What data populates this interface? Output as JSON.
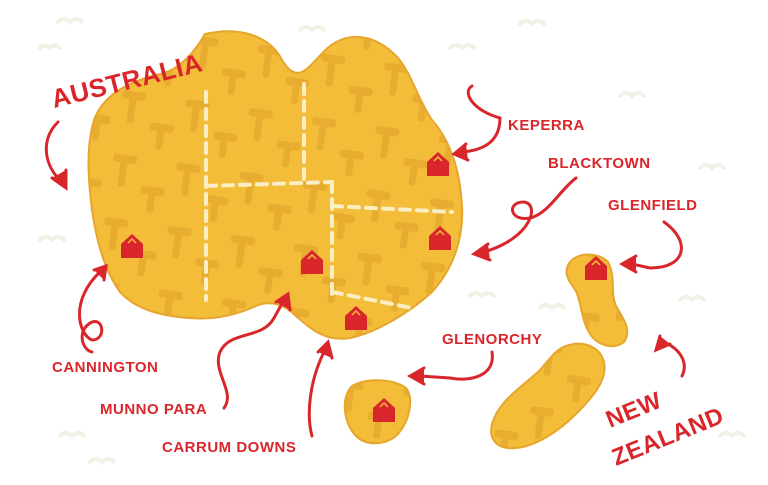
{
  "map": {
    "regions": {
      "australia": "AUSTRALIA",
      "new_zealand_line1": "NEW",
      "new_zealand_line2": "ZEALAND"
    },
    "locations": [
      {
        "id": "keperra",
        "label": "KEPERRA"
      },
      {
        "id": "blacktown",
        "label": "BLACKTOWN"
      },
      {
        "id": "glenfield",
        "label": "GLENFIELD"
      },
      {
        "id": "cannington",
        "label": "CANNINGTON"
      },
      {
        "id": "munno-para",
        "label": "MUNNO PARA"
      },
      {
        "id": "carrum-downs",
        "label": "CARRUM DOWNS"
      },
      {
        "id": "glenorchy",
        "label": "GLENORCHY"
      }
    ],
    "colors": {
      "land": "#f3bd3a",
      "land_edge": "#e6a52c",
      "pattern": "#e5a92e",
      "marker": "#d9262b",
      "label": "#d9262b",
      "border_dash": "#fbeec3",
      "cloud": "#eef3e6"
    },
    "icons": {
      "store": "store-marker-icon",
      "hammer": "hammer-pattern-icon"
    }
  }
}
